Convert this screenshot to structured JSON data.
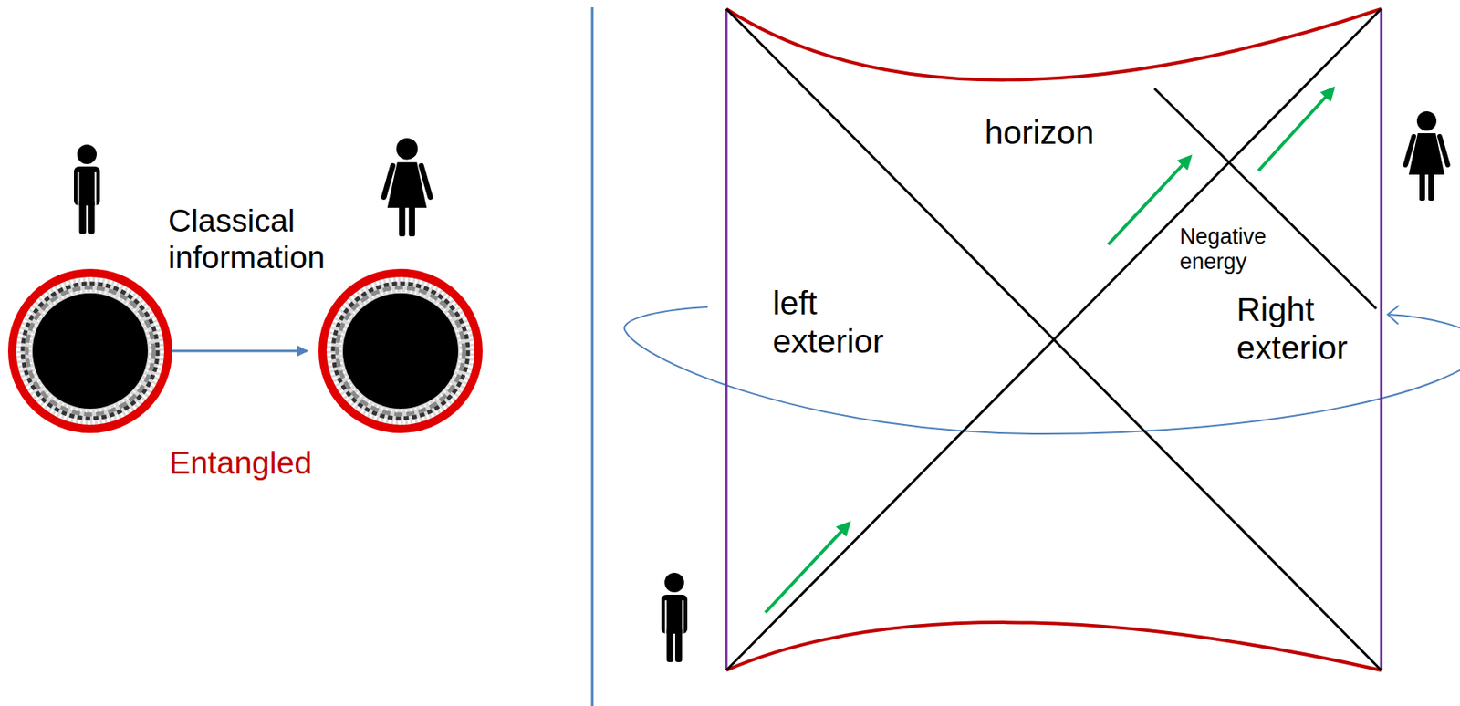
{
  "diagram": {
    "labels": [
      "Classical information",
      "Entangled",
      "horizon",
      "Negative energy",
      "left exterior",
      "Right exterior"
    ]
  }
}
